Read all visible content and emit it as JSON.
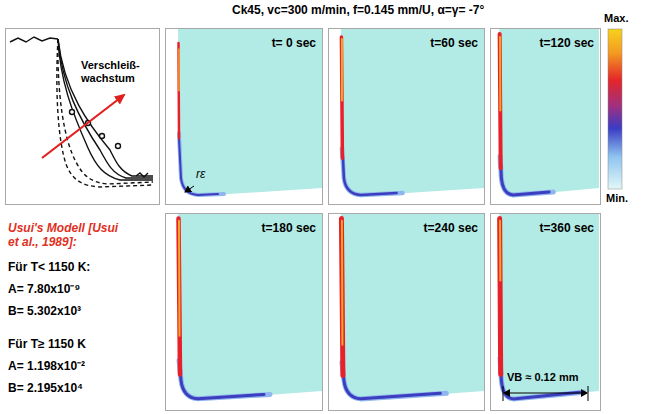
{
  "diagram": {
    "title": "Ck45, vc=300 m/min, f=0.145 mm/U, α=γ= -7°",
    "nodes": [
      {
        "text": [
          "Verschleiß- wachstum"
        ]
      },
      {
        "text": [
          "t= 0 sec"
        ]
      },
      {
        "text": [
          "t=60 sec"
        ]
      },
      {
        "text": [
          "t=120 sec"
        ]
      },
      {
        "text": [
          "t=180 sec"
        ]
      },
      {
        "text": [
          "t=240 sec"
        ]
      },
      {
        "text": [
          "t=360 sec"
        ]
      }
    ],
    "labels": [
      "rε",
      "VB ≈ 0.12 mm",
      "Max.",
      "Min.",
      "Usui's Modell [Usui et al., 1989]:",
      "Für T< 1150 K:",
      "A= 7.80x10⁻⁹",
      "B= 5.302x10³",
      "Für T≥ 1150 K",
      "A= 1.198x10⁻²",
      "B= 2.195x10⁴"
    ]
  }
}
